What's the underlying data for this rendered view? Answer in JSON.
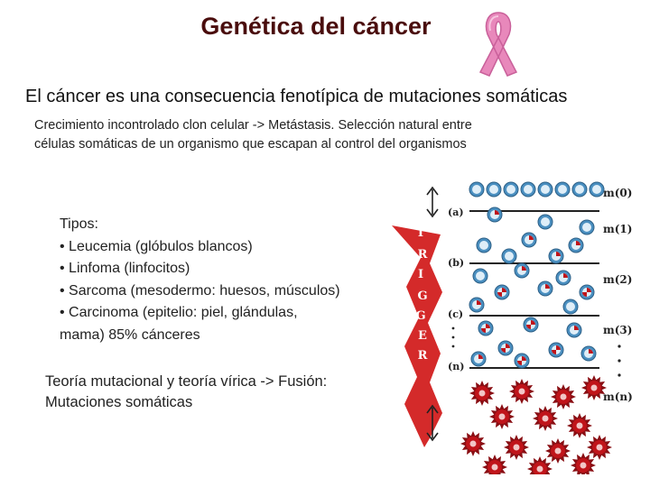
{
  "title": "Genética del cáncer",
  "subtitle": "El cáncer es una consecuencia fenotípica de mutaciones somáticas",
  "lead": {
    "line1": "Crecimiento incontrolado clon celular -> Metástasis. Selección natural entre",
    "line2": "células somáticas de un organismo que escapan al control del organismos"
  },
  "types": {
    "heading": "Tipos:",
    "items": [
      "• Leucemia (glóbulos blancos)",
      "• Linfoma (linfocitos)",
      "• Sarcoma (mesodermo: huesos, músculos)",
      "• Carcinoma (epitelio: piel, glándulas,",
      "mama) 85% cánceres"
    ]
  },
  "theory": {
    "line1": "Teoría mutacional y teoría vírica -> Fusión:",
    "line2": "Mutaciones somáticas"
  },
  "diagram": {
    "trigger_letters": [
      "T",
      "R",
      "I",
      "G",
      "G",
      "E",
      "R"
    ],
    "stage_labels": [
      "(a)",
      "(b)",
      "(c)",
      "(n)"
    ],
    "mutation_labels": [
      "m(0)",
      "m(1)",
      "m(2)",
      "m(3)",
      "m(n)"
    ],
    "colors": {
      "bolt": "#d42a2a",
      "cell": "#4a8fc0",
      "tumor": "#c0141a",
      "ribbon": "#e888bb"
    },
    "icons": [
      "pink-ribbon-icon",
      "trigger-bolt-icon",
      "double-arrow-icon",
      "normal-cell-icon",
      "tumor-cell-icon"
    ]
  }
}
